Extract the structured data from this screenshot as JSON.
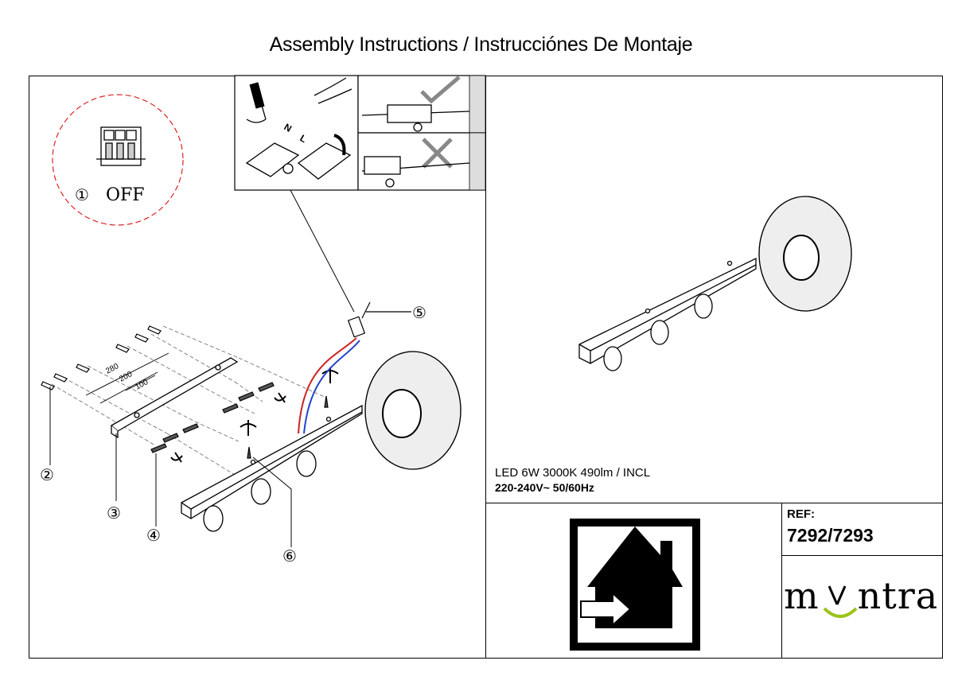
{
  "header": {
    "title": "Assembly Instructions / Instrucciónes De Montaje"
  },
  "step_off": {
    "number": "①",
    "label": "OFF"
  },
  "wiring": {
    "terminal_n": "N",
    "terminal_l": "L"
  },
  "callouts": [
    "②",
    "③",
    "④",
    "⑤",
    "⑥"
  ],
  "dimensions": [
    "280",
    "200",
    "100"
  ],
  "spec": {
    "line1": "LED 6W 3000K 490lm / INCL",
    "line2": "220-240V~  50/60Hz"
  },
  "ref": {
    "label": "REF:",
    "value": "7292/7293"
  },
  "brand": {
    "name_left": "m",
    "name_right": "ntra",
    "accent_color": "#9bc31a"
  }
}
